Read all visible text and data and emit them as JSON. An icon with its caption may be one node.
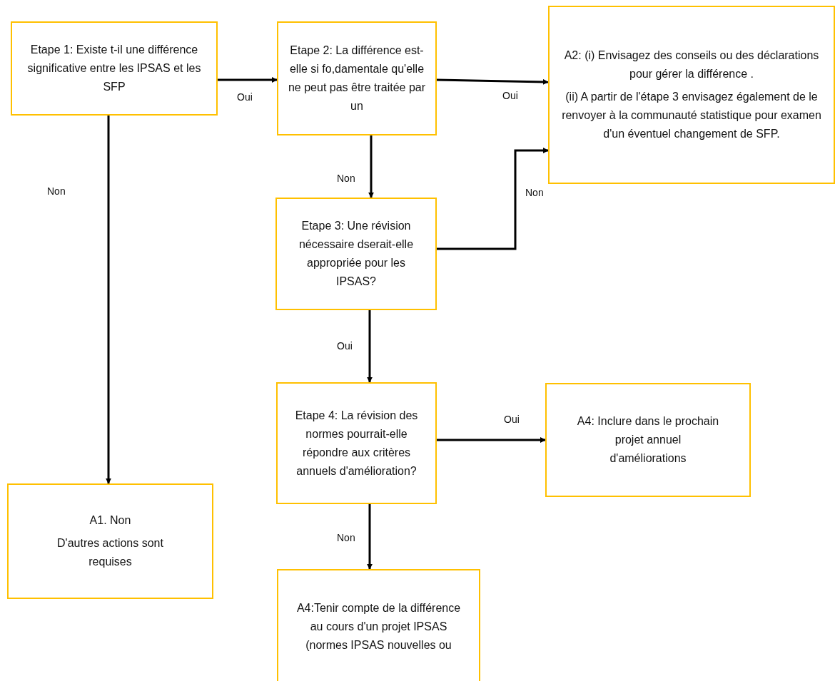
{
  "diagram": {
    "nodes": [
      {
        "text": [
          "Etape 1: Existe t-il une différence significative entre les IPSAS et les SFP"
        ]
      },
      {
        "text": [
          "Etape 2: La différence est-elle si fo,damentale qu'elle ne peut pas être traitée par un"
        ]
      },
      {
        "text": [
          "A2: (i) Envisagez des conseils ou des déclarations pour gérer la différence .",
          "(ii) A partir de l'étape 3 envisagez également de le renvoyer à la communauté statistique pour examen d'un éventuel changement de SFP."
        ]
      },
      {
        "text": [
          "Etape 3: Une révision nécessaire dserait-elle appropriée pour les IPSAS?"
        ]
      },
      {
        "text": [
          "Etape 4: La révision des normes pourrait-elle répondre aux critères annuels d'amélioration?"
        ]
      },
      {
        "text": [
          "A4: Inclure dans le prochain projet annuel d'améliorations"
        ]
      },
      {
        "text": [
          "A1. Non",
          "D'autres actions sont requises"
        ]
      },
      {
        "text": [
          "A4:Tenir compte de la différence au cours d'un projet IPSAS (normes IPSAS nouvelles ou"
        ]
      }
    ],
    "edges": [
      {
        "from": 0,
        "to": 1,
        "arrow": "to",
        "label": "Oui"
      },
      {
        "from": 1,
        "to": 2,
        "arrow": "to",
        "label": "Oui"
      },
      {
        "from": 1,
        "to": 3,
        "arrow": "to",
        "label": "Non"
      },
      {
        "from": 3,
        "to": 2,
        "arrow": "to",
        "label": "Non"
      },
      {
        "from": 0,
        "to": 6,
        "arrow": "to",
        "label": "Non"
      },
      {
        "from": 3,
        "to": 4,
        "arrow": "to",
        "label": "Oui"
      },
      {
        "from": 4,
        "to": 5,
        "arrow": "to",
        "label": "Oui"
      },
      {
        "from": 4,
        "to": 7,
        "arrow": "to",
        "label": "Non"
      }
    ]
  }
}
